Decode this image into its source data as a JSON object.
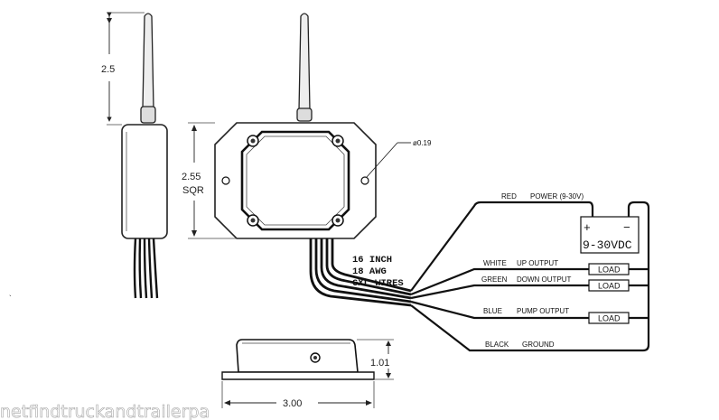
{
  "dimensions": {
    "antenna_height": "2.5",
    "body_square": "2.55",
    "body_square_unit": "SQR",
    "mount_hole": "ø0.19",
    "height": "1.01",
    "width": "3.00"
  },
  "wire_spec": {
    "line1": "16 INCH",
    "line2": "18 AWG",
    "line3": "GXL WIRES"
  },
  "wires": [
    {
      "color": "RED",
      "function": "POWER (9-30V)"
    },
    {
      "color": "WHITE",
      "function": "UP OUTPUT",
      "load": "LOAD"
    },
    {
      "color": "GREEN",
      "function": "DOWN OUTPUT",
      "load": "LOAD"
    },
    {
      "color": "BLUE",
      "function": "PUMP OUTPUT",
      "load": "LOAD"
    },
    {
      "color": "BLACK",
      "function": "GROUND"
    }
  ],
  "power_supply": {
    "plus": "+",
    "minus": "−",
    "label": "9-30VDC"
  },
  "watermark": "netfindtruckandtrailerpa"
}
